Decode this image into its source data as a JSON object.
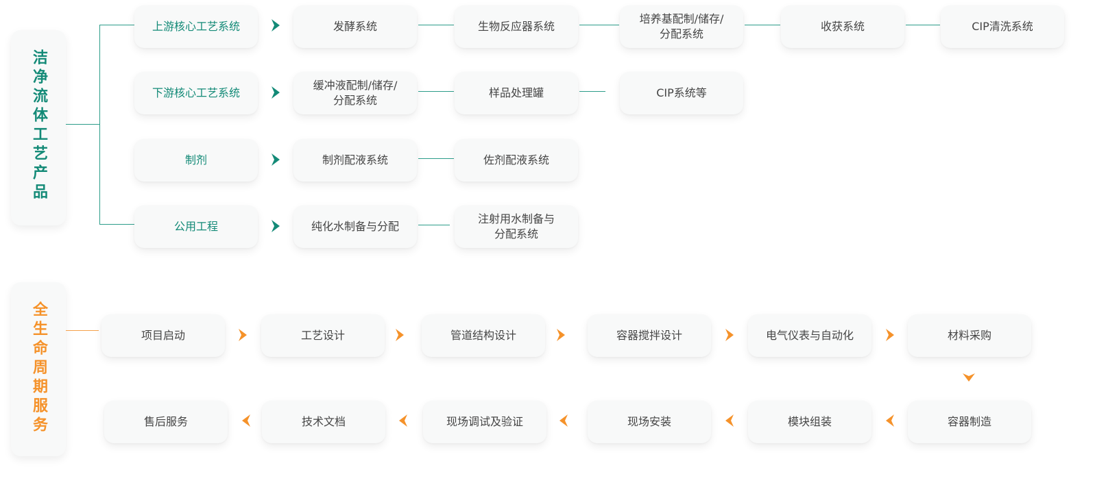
{
  "section1": {
    "title": "洁净流体工艺产品",
    "rows": [
      {
        "head": "上游核心工艺系统",
        "items": [
          "发酵系统",
          "生物反应器系统",
          "培养基配制/储存/\n分配系统",
          "收获系统",
          "CIP清洗系统"
        ]
      },
      {
        "head": "下游核心工艺系统",
        "items": [
          "缓冲液配制/储存/\n分配系统",
          "样品处理罐",
          "CIP系统等"
        ]
      },
      {
        "head": "制剂",
        "items": [
          "制剂配液系统",
          "佐剂配液系统"
        ]
      },
      {
        "head": "公用工程",
        "items": [
          "纯化水制备与分配",
          "注射用水制备与\n分配系统"
        ]
      }
    ]
  },
  "section2": {
    "title": "全生命周期服务",
    "row1": [
      "项目启动",
      "工艺设计",
      "管道结构设计",
      "容器搅拌设计",
      "电气仪表与自动化",
      "材料采购"
    ],
    "row2": [
      "售后服务",
      "技术文档",
      "现场调试及验证",
      "现场安装",
      "模块组装",
      "容器制造"
    ]
  },
  "colors": {
    "green": "#138a77",
    "orange": "#f5922a",
    "card_bg": "#f8f9f9"
  }
}
